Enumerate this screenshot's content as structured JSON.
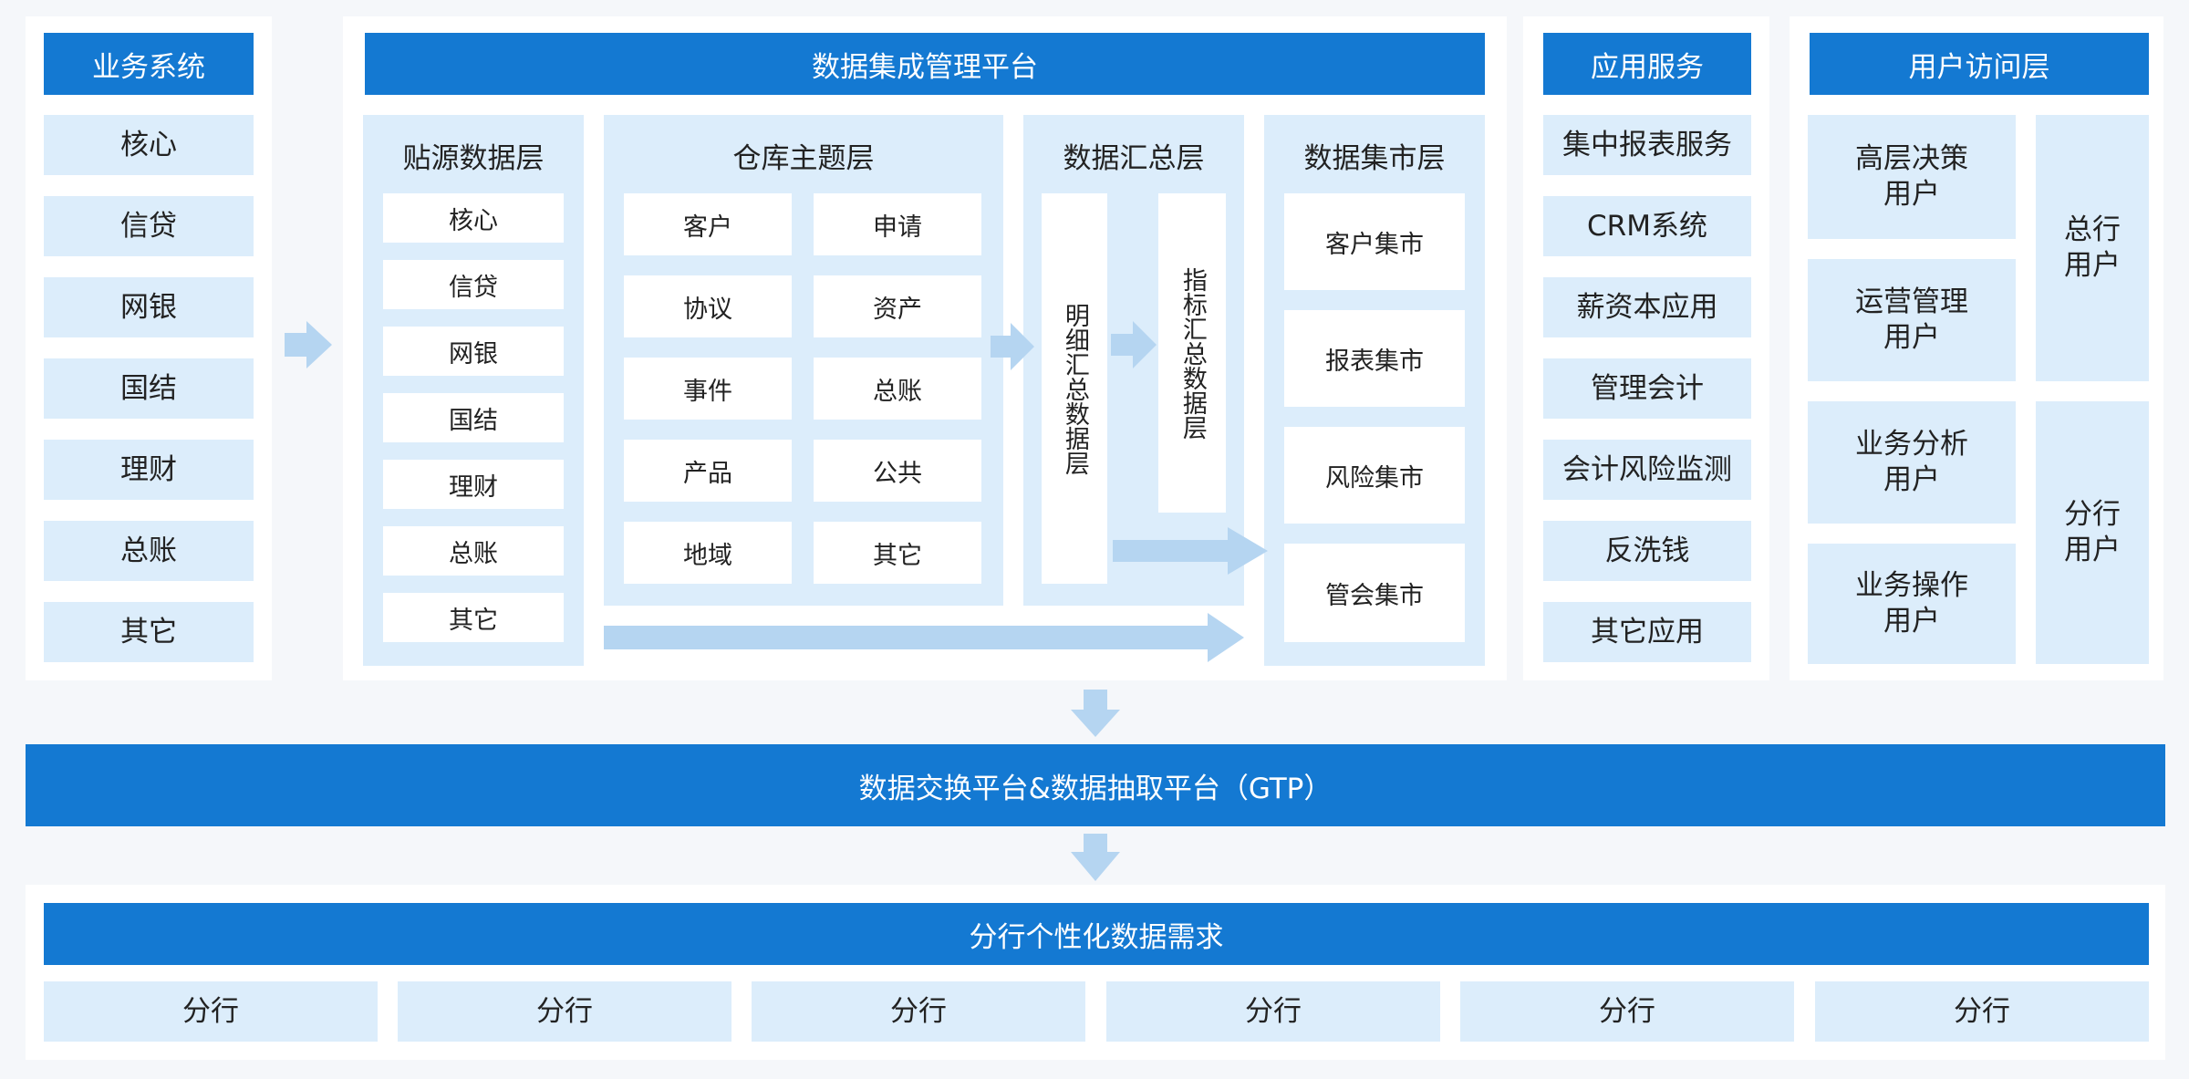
{
  "business": {
    "title": "业务系统",
    "items": [
      "核心",
      "信贷",
      "网银",
      "国结",
      "理财",
      "总账",
      "其它"
    ]
  },
  "platform": {
    "title": "数据集成管理平台",
    "source_layer": {
      "title": "贴源数据层",
      "items": [
        "核心",
        "信贷",
        "网银",
        "国结",
        "理财",
        "总账",
        "其它"
      ]
    },
    "warehouse_layer": {
      "title": "仓库主题层",
      "items": [
        "客户",
        "申请",
        "协议",
        "资产",
        "事件",
        "总账",
        "产品",
        "公共",
        "地域",
        "其它"
      ]
    },
    "summary_layer": {
      "title": "数据汇总层",
      "detail": "明细汇总数据层",
      "indicator": "指标汇总数据层"
    },
    "mart_layer": {
      "title": "数据集市层",
      "items": [
        "客户集市",
        "报表集市",
        "风险集市",
        "管会集市"
      ]
    }
  },
  "services": {
    "title": "应用服务",
    "items": [
      "集中报表服务",
      "CRM系统",
      "薪资本应用",
      "管理会计",
      "会计风险监测",
      "反洗钱",
      "其它应用"
    ]
  },
  "access": {
    "title": "用户访问层",
    "left_items": [
      "高层决策用户",
      "运营管理用户",
      "业务分析用户",
      "业务操作用户"
    ],
    "right_items": [
      "总行用户",
      "分行用户"
    ]
  },
  "exchange": {
    "title": "数据交换平台&数据抽取平台（GTP）"
  },
  "branch": {
    "title": "分行个性化数据需求",
    "items": [
      "分行",
      "分行",
      "分行",
      "分行",
      "分行",
      "分行"
    ]
  },
  "colors": {
    "header": "#1479d2",
    "light": "#dcedfb",
    "arrow": "#b5d5f1"
  }
}
